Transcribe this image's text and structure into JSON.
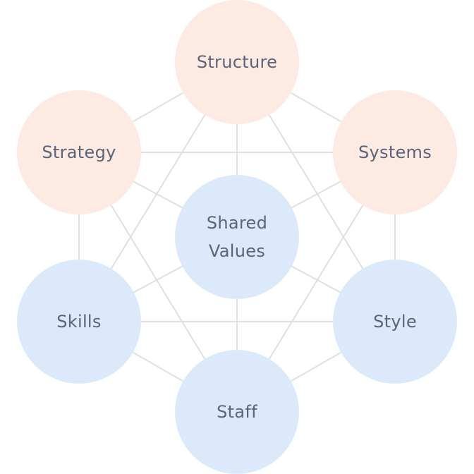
{
  "diagram": {
    "colors": {
      "hard_element": "#fdeae3",
      "soft_element": "#dce9fb",
      "connector": "#e0e0e0",
      "label": "#5b6478"
    },
    "nodes": [
      {
        "id": "structure",
        "label_lines": [
          "Structure"
        ],
        "group": "hard"
      },
      {
        "id": "strategy",
        "label_lines": [
          "Strategy"
        ],
        "group": "hard"
      },
      {
        "id": "systems",
        "label_lines": [
          "Systems"
        ],
        "group": "hard"
      },
      {
        "id": "shared-values",
        "label_lines": [
          "Shared",
          "Values"
        ],
        "group": "soft"
      },
      {
        "id": "skills",
        "label_lines": [
          "Skills"
        ],
        "group": "soft"
      },
      {
        "id": "style",
        "label_lines": [
          "Style"
        ],
        "group": "soft"
      },
      {
        "id": "staff",
        "label_lines": [
          "Staff"
        ],
        "group": "soft"
      }
    ],
    "connections": [
      [
        "structure",
        "strategy"
      ],
      [
        "structure",
        "systems"
      ],
      [
        "structure",
        "shared-values"
      ],
      [
        "structure",
        "skills"
      ],
      [
        "structure",
        "style"
      ],
      [
        "strategy",
        "systems"
      ],
      [
        "strategy",
        "shared-values"
      ],
      [
        "strategy",
        "skills"
      ],
      [
        "strategy",
        "staff"
      ],
      [
        "systems",
        "shared-values"
      ],
      [
        "systems",
        "style"
      ],
      [
        "systems",
        "staff"
      ],
      [
        "shared-values",
        "skills"
      ],
      [
        "shared-values",
        "style"
      ],
      [
        "shared-values",
        "staff"
      ],
      [
        "skills",
        "style"
      ],
      [
        "skills",
        "staff"
      ],
      [
        "style",
        "staff"
      ]
    ]
  }
}
